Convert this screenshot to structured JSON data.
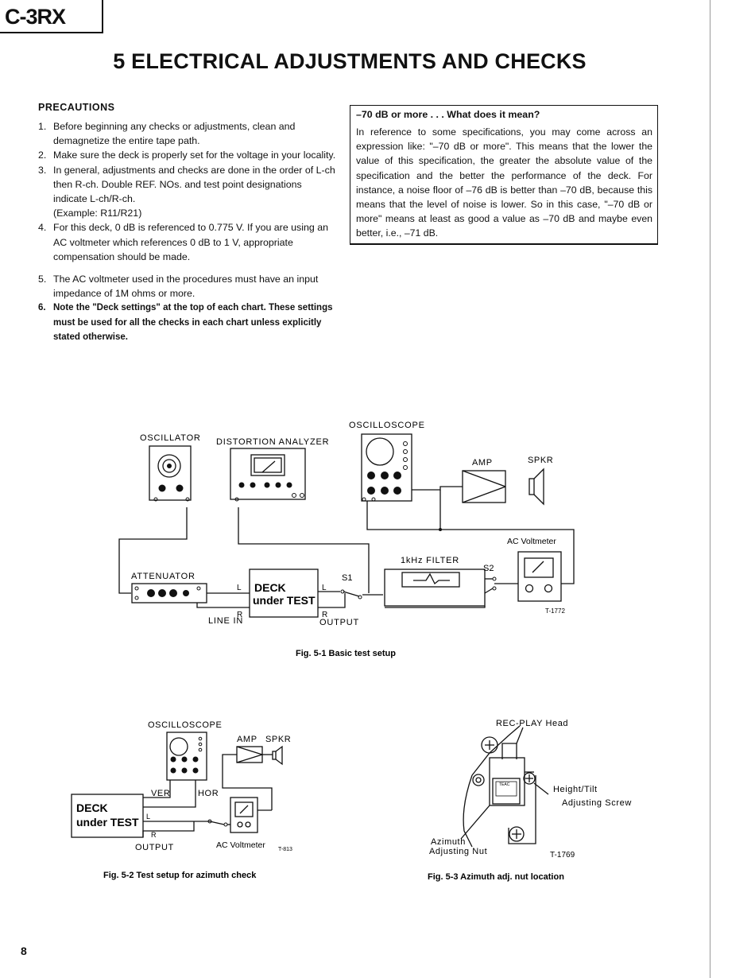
{
  "header": {
    "model": "C-3RX",
    "title": "5 ELECTRICAL ADJUSTMENTS AND CHECKS"
  },
  "precautions": {
    "heading": "PRECAUTIONS",
    "items": [
      {
        "num": "1.",
        "text": "Before beginning any checks or adjustments, clean and demagnetize the entire tape path."
      },
      {
        "num": "2.",
        "text": "Make sure the deck is properly set for the voltage in your locality."
      },
      {
        "num": "3.",
        "text": "In general, adjustments and checks are done in the order of L-ch then R-ch. Double REF. NOs. and test point designations indicate L-ch/R-ch."
      },
      {
        "num": "",
        "text": "(Example: R11/R21)"
      },
      {
        "num": "4.",
        "text": "For this deck, 0 dB is referenced to 0.775 V. If you are using an AC voltmeter which references 0 dB to 1 V, appropriate compensation should be made."
      },
      {
        "num": "5.",
        "text": "The AC voltmeter used in the procedures must have an input impedance of 1M ohms or more."
      },
      {
        "num": "6.",
        "text": "Note the \"Deck settings\" at the top of each chart. These settings must be used for all the checks in each chart unless explicitly stated otherwise."
      }
    ]
  },
  "note": {
    "heading": "–70 dB or more . . . What does it mean?",
    "text": "In reference to some specifications, you may come across an expression like: \"–70 dB or more\". This means that the lower the value of this specification, the greater the absolute value of the specification and the better the performance of the deck. For instance, a noise floor of –76 dB is better than –70 dB, because this means that the level of noise is lower. So in this case, \"–70 dB or more\" means at least as good a value as –70 dB and maybe even better, i.e., –71 dB."
  },
  "fig1": {
    "oscilloscope": "OSCILLOSCOPE",
    "oscillator": "OSCILLATOR",
    "distortion_analyzer": "DISTORTION ANALYZER",
    "amp": "AMP",
    "spkr": "SPKR",
    "ac_voltmeter": "AC Voltmeter",
    "filter": "1kHz FILTER",
    "s2": "S2",
    "s1": "S1",
    "attenuator": "ATTENUATOR",
    "deck_line1": "DECK",
    "deck_line2": "under TEST",
    "l": "L",
    "r": "R",
    "line_in": "LINE IN",
    "output": "OUTPUT",
    "code": "T-1772",
    "caption": "Fig. 5-1  Basic test setup"
  },
  "fig2": {
    "oscilloscope": "OSCILLOSCOPE",
    "amp": "AMP",
    "spkr": "SPKR",
    "ver": "VER",
    "hor": "HOR",
    "deck_line1": "DECK",
    "deck_line2": "under TEST",
    "l": "L",
    "r": "R",
    "output": "OUTPUT",
    "ac_voltmeter": "AC Voltmeter",
    "code": "T-813",
    "caption": "Fig. 5-2  Test setup for azimuth check"
  },
  "fig3": {
    "head": "REC-PLAY Head",
    "height_tilt": "Height/Tilt",
    "adjusting_screw": "Adjusting Screw",
    "azimuth": "Azimuth",
    "adjusting_nut": "Adjusting Nut",
    "teac": "TEAC",
    "code": "T-1769",
    "caption": "Fig. 5-3  Azimuth adj. nut location"
  },
  "page_number": "8"
}
